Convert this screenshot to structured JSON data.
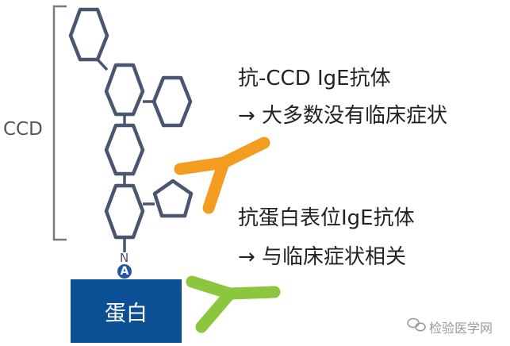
{
  "labels": {
    "ccd_side": "CCD",
    "anti_ccd_line": "抗-CCD IgE抗体",
    "anti_ccd_note": "→ 大多数没有临床症状",
    "anti_protein_line": "抗蛋白表位IgE抗体",
    "anti_protein_note": "→ 与临床症状相关",
    "protein": "蛋白",
    "n_atom": "N",
    "a_badge": "A",
    "watermark": "检验医学网"
  },
  "colors": {
    "glycan_stroke": "#4a5570",
    "bracket": "#7a7a7a",
    "antibody_orange": "#f39c1f",
    "antibody_green": "#8cc63f",
    "protein_fill": "#0b4f95",
    "badge_fill": "#1f56a8"
  },
  "icons": {
    "watermark_logo": "wechat-icon"
  }
}
